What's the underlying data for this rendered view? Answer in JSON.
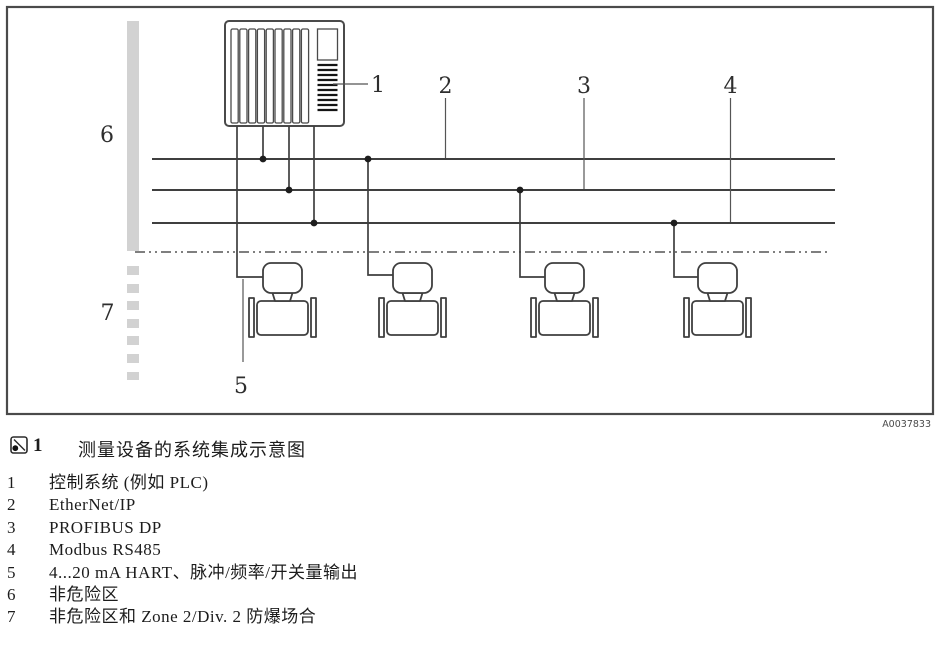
{
  "figure": {
    "caption_number": "1",
    "caption_title": "测量设备的系统集成示意图",
    "artifact_code": "A0037833"
  },
  "diagram": {
    "labels": {
      "n1": "1",
      "n2": "2",
      "n3": "3",
      "n4": "4",
      "n5": "5",
      "n6": "6",
      "n7": "7"
    },
    "colors": {
      "line": "#3f3f3f",
      "zone_bar": "#d2d2d2",
      "junction_dot": "#1d1d1d",
      "text": "#2e2e2e"
    }
  },
  "legend": {
    "items": [
      {
        "num": "1",
        "text": "控制系统 (例如 PLC)"
      },
      {
        "num": "2",
        "text": "EtherNet/IP"
      },
      {
        "num": "3",
        "text": "PROFIBUS DP"
      },
      {
        "num": "4",
        "text": "Modbus RS485"
      },
      {
        "num": "5",
        "text": "4...20 mA HART、脉冲/频率/开关量输出"
      },
      {
        "num": "6",
        "text": "非危险区"
      },
      {
        "num": "7",
        "text": "非危险区和 Zone 2/Div. 2 防爆场合"
      }
    ]
  }
}
